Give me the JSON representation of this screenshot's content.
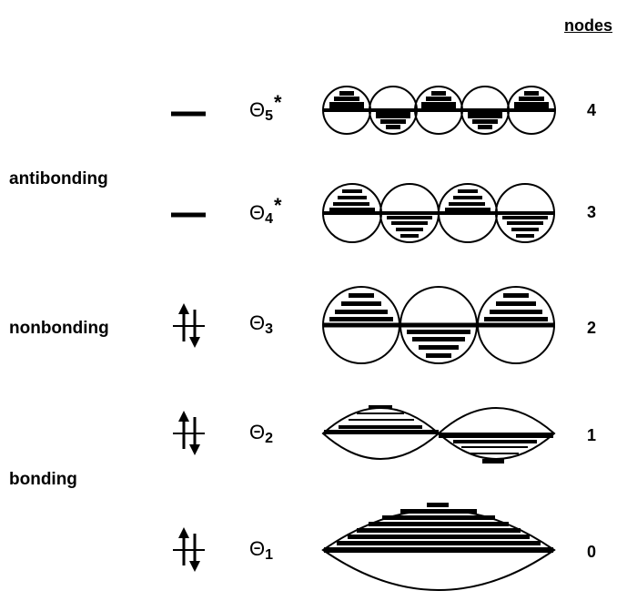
{
  "header": {
    "nodes_label": "nodes"
  },
  "categories": {
    "antibonding": "antibonding",
    "nonbonding": "nonbonding",
    "bonding": "bonding"
  },
  "orbitals": [
    {
      "symbol": "Θ",
      "index": "5",
      "star": "*",
      "nodes": "4",
      "occupancy": "empty"
    },
    {
      "symbol": "Θ",
      "index": "4",
      "star": "*",
      "nodes": "3",
      "occupancy": "empty"
    },
    {
      "symbol": "Θ",
      "index": "3",
      "star": "",
      "nodes": "2",
      "occupancy": "paired"
    },
    {
      "symbol": "Θ",
      "index": "2",
      "star": "",
      "nodes": "1",
      "occupancy": "paired"
    },
    {
      "symbol": "Θ",
      "index": "1",
      "star": "",
      "nodes": "0",
      "occupancy": "paired"
    }
  ]
}
